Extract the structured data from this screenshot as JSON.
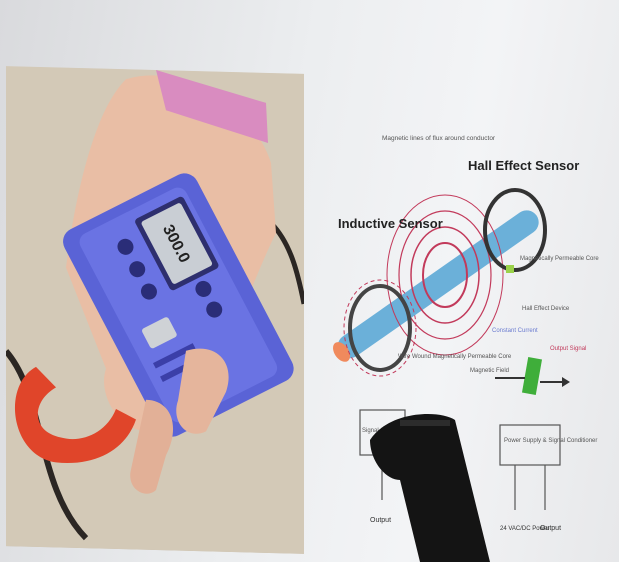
{
  "meter": {
    "display_value": "300.0"
  },
  "diagram": {
    "inductive_sensor_title": "Inductive Sensor",
    "hall_effect_title": "Hall Effect Sensor",
    "flux_label": "Magnetic lines of flux around conductor",
    "permeable_core_label": "Magnetically Permeable Core",
    "hall_device_label": "Hall Effect Device",
    "wire_wound_label": "Wire Wound Magnetically Permeable Core",
    "constant_current_label": "Constant Current",
    "magnetic_field_label": "Magnetic Field",
    "output_signal_label": "Output Signal",
    "signal_conditioner_label": "Signal Conditioner",
    "power_supply_label": "Power Supply & Signal Conditioner",
    "output_label_left": "Output",
    "power_label": "24 VAC/DC Power",
    "output_label_right": "Output"
  },
  "colors": {
    "meter_body": "#5a63d6",
    "clamp_jaw": "#e0452a",
    "conductor": "#6bb0d9",
    "flux_lines": "#c23a5b",
    "hall_element": "#3fae3a"
  }
}
